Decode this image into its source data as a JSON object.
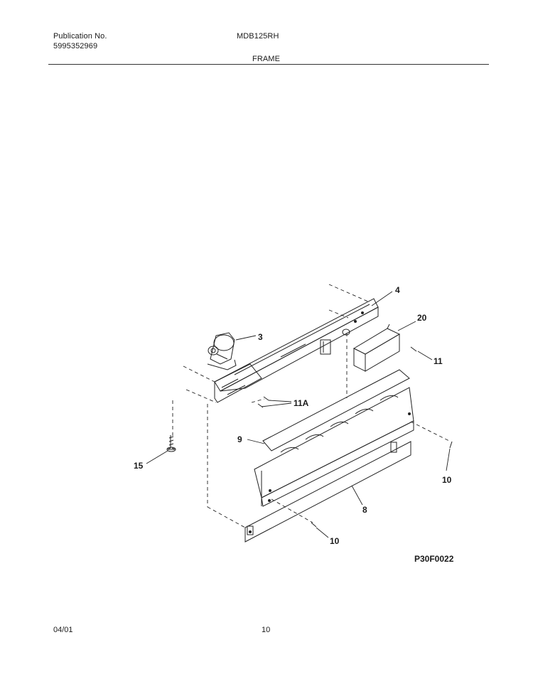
{
  "header": {
    "publication_label": "Publication No.",
    "publication_number": "5995352969",
    "model": "MDB125RH",
    "section_title": "FRAME"
  },
  "diagram": {
    "callouts": {
      "c4": "4",
      "c20": "20",
      "c3": "3",
      "c11": "11",
      "c11a": "11A",
      "c9": "9",
      "c15": "15",
      "c10a": "10",
      "c8": "8",
      "c10b": "10"
    },
    "drawing_code": "P30F0022"
  },
  "footer": {
    "date": "04/01",
    "page_number": "10"
  }
}
